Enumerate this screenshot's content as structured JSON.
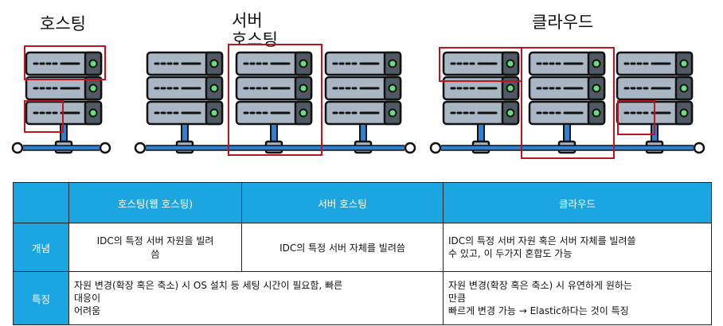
{
  "diagram": {
    "titles": {
      "hosting": "호스팅",
      "server_hosting": "서버\n호스팅",
      "cloud": "클라우드"
    },
    "colors": {
      "server_body": "#a9b6c4",
      "server_dark": "#505a65",
      "outline": "#111111",
      "led": "#66e07a",
      "network": "#2f7fd2",
      "highlight": "#c0121f"
    }
  },
  "table": {
    "headers": [
      "",
      "호스팅(웹 호스팅)",
      "서버 호스팅",
      "클라우드"
    ],
    "rows": [
      {
        "label": "개념",
        "hosting": "IDC의 특정 서버 자원을 빌려\n씀",
        "server_hosting": "IDC의 특정 서버 자체를 빌려씀",
        "cloud": "IDC의 특정 서버 자원 혹은 서버 자체를 빌려쓸\n수 있고, 이 두가지 혼합도 가능"
      },
      {
        "label": "특징",
        "hosting_server": "자원 변경(확장 혹은 축소) 시 OS 설치 등 세팅 시간이 필요함, 빠른\n대응이\n어려움",
        "cloud": "자원 변경(확장 혹은 축소) 시 유연하게 원하는\n만큼\n빠르게 변경 가능 → Elastic하다는 것이 특징"
      }
    ],
    "colors": {
      "header_bg": "#1ba6e1",
      "header_text": "#ffffff"
    }
  }
}
